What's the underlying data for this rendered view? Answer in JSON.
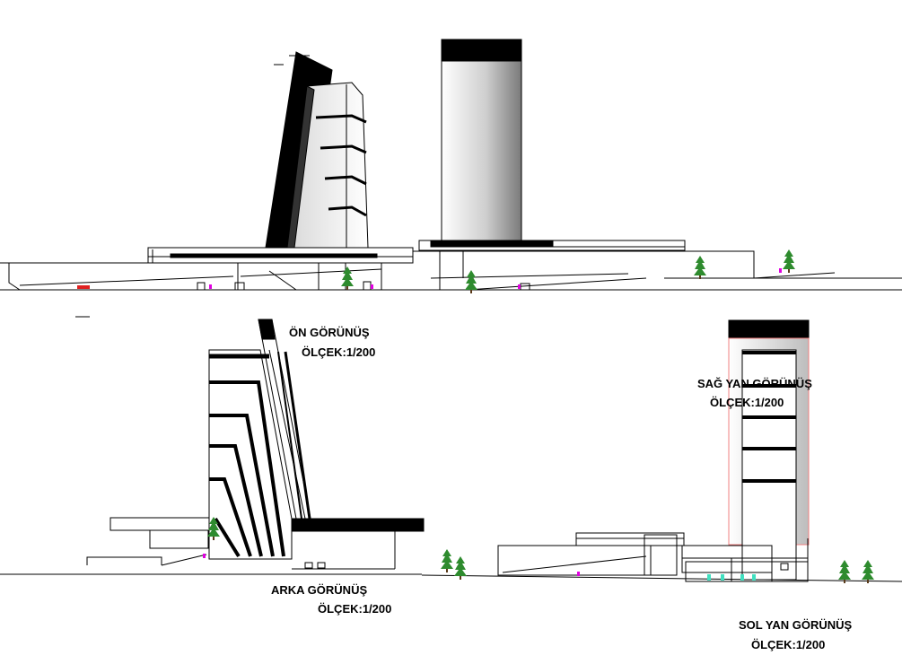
{
  "drawing": {
    "views": [
      {
        "name": "ÖN GÖRÜNÜŞ",
        "scale": "ÖLÇEK:1/200"
      },
      {
        "name": "SAĞ YAN GÖRÜNÜŞ",
        "scale": "ÖLÇEK:1/200"
      },
      {
        "name": "ARKA GÖRÜNÜŞ",
        "scale": "ÖLÇEK:1/200"
      },
      {
        "name": "SOL YAN GÖRÜNÜŞ",
        "scale": "ÖLÇEK:1/200"
      }
    ]
  },
  "colors": {
    "line": "#000000",
    "tree": "#2e8b2e",
    "accent_magenta": "#e000e0",
    "accent_red": "#e02020",
    "accent_cyan": "#40e0c0",
    "outline_red": "#f08080"
  },
  "icons": [
    "tree-icon",
    "person-figure-icon"
  ]
}
